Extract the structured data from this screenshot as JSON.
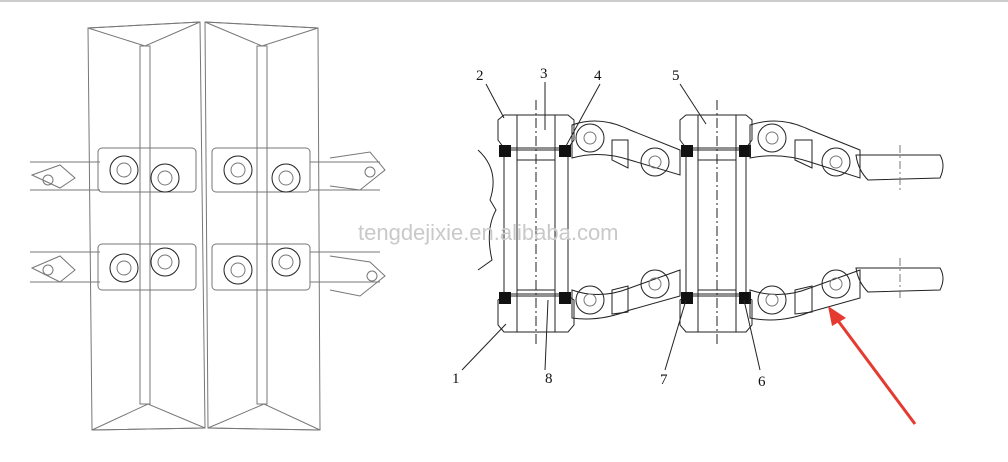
{
  "watermark": "tengdejixie.en.alibaba.com",
  "callouts": {
    "c1": "1",
    "c2": "2",
    "c3": "3",
    "c4": "4",
    "c5": "5",
    "c6": "6",
    "c7": "7",
    "c8": "8"
  },
  "colors": {
    "arrow": "#e53a2f",
    "line": "#222222",
    "faint": "#777777"
  }
}
